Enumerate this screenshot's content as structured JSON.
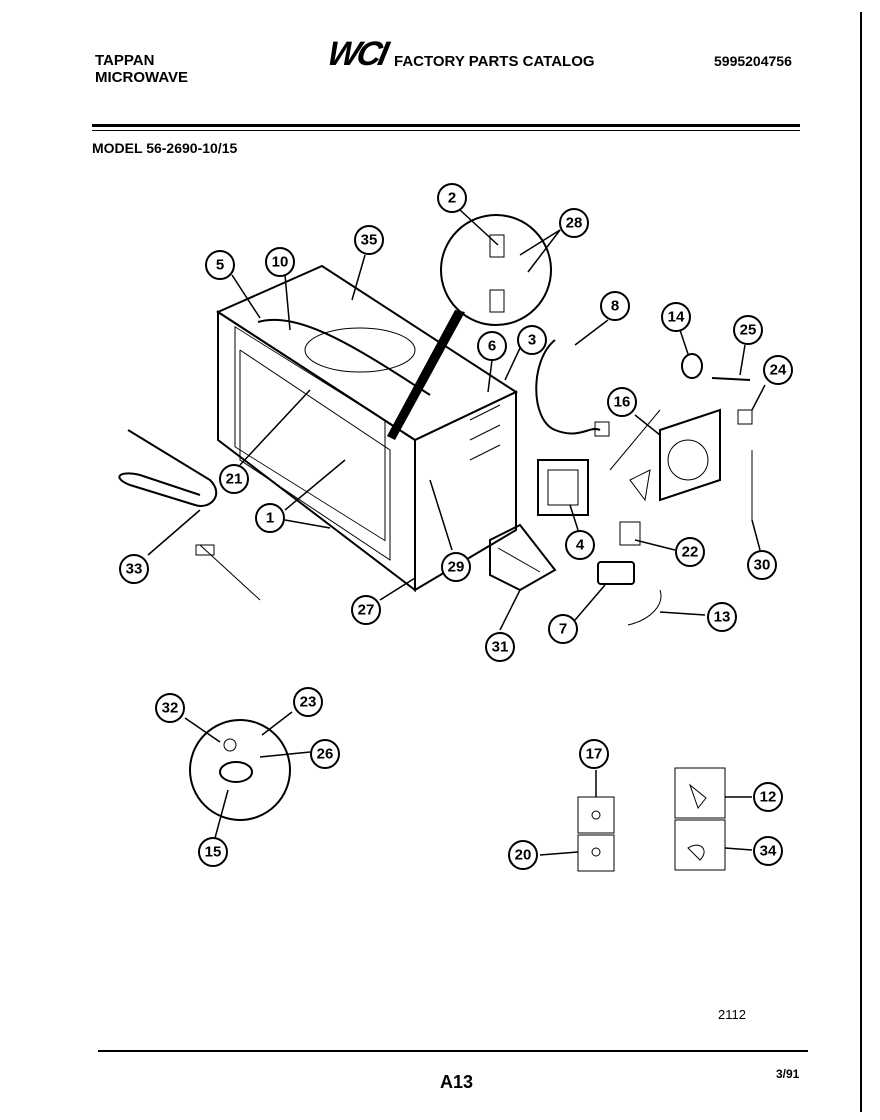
{
  "header": {
    "brand_line1": "TAPPAN",
    "brand_line2": "MICROWAVE",
    "logo": "WCI",
    "catalog_title": "FACTORY PARTS CATALOG",
    "catalog_number": "5995204756",
    "model": "MODEL 56-2690-10/15"
  },
  "callouts": [
    "2",
    "28",
    "35",
    "10",
    "5",
    "8",
    "3",
    "6",
    "14",
    "25",
    "24",
    "16",
    "21",
    "1",
    "33",
    "29",
    "4",
    "22",
    "30",
    "27",
    "31",
    "7",
    "13",
    "32",
    "23",
    "26",
    "15",
    "17",
    "20",
    "12",
    "34"
  ],
  "footer": {
    "diagram_code": "2112",
    "page": "A13",
    "date": "3/91"
  }
}
